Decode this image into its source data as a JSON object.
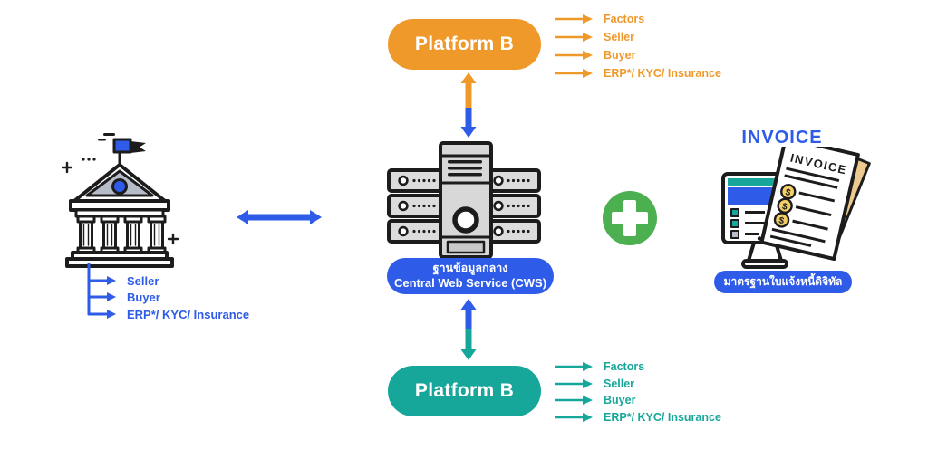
{
  "diagram": {
    "bank": {
      "labels": [
        "Seller",
        "Buyer",
        "ERP*/ KYC/ Insurance"
      ]
    },
    "platform_top": {
      "label": "Platform B",
      "outputs": [
        "Factors",
        "Seller",
        "Buyer",
        "ERP*/ KYC/ Insurance"
      ]
    },
    "cws": {
      "label_th": "ฐานข้อมูลกลาง",
      "label_en": "Central Web Service (CWS)"
    },
    "platform_bottom": {
      "label": "Platform B",
      "outputs": [
        "Factors",
        "Seller",
        "Buyer",
        "ERP*/ KYC/ Insurance"
      ]
    },
    "invoice": {
      "title": "INVOICE",
      "paper_label": "INVOICE",
      "coin_symbol": "$",
      "badge_th": "มาตรฐานใบแจ้งหนี้ดิจิทัล"
    }
  },
  "colors": {
    "orange": "#F0992B",
    "blue": "#2E5BE8",
    "teal": "#17A79A",
    "green": "#4CAF50",
    "ink": "#1C1C1C",
    "gray_fill": "#D8D8D8",
    "paper_tan": "#ECC98F",
    "coin_gold": "#F3CF66"
  }
}
